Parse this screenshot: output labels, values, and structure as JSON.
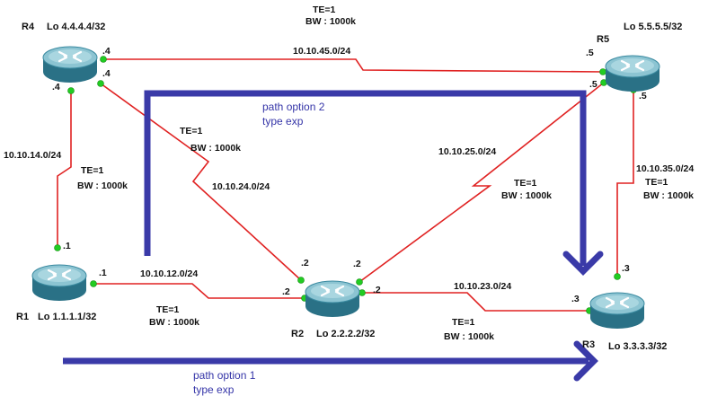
{
  "routers": {
    "r1": {
      "name": "R1",
      "loopback": "Lo 1.1.1.1/32"
    },
    "r2": {
      "name": "R2",
      "loopback": "Lo 2.2.2.2/32"
    },
    "r3": {
      "name": "R3",
      "loopback": "Lo 3.3.3.3/32"
    },
    "r4": {
      "name": "R4",
      "loopback": "Lo 4.4.4.4/32"
    },
    "r5": {
      "name": "R5",
      "loopback": "Lo 5.5.5.5/32"
    }
  },
  "links": {
    "r4_r5": {
      "subnet": "10.10.45.0/24",
      "te": "TE=1",
      "bw": "BW : 1000k",
      "a_if": ".4",
      "b_if": ".5"
    },
    "r1_r4": {
      "subnet": "10.10.14.0/24",
      "te": "TE=1",
      "bw": "BW : 1000k",
      "a_if": ".1",
      "b_if": ".4"
    },
    "r2_r4": {
      "subnet": "10.10.24.0/24",
      "te": "TE=1",
      "bw": "BW : 1000k",
      "a_if": ".2",
      "b_if": ".4"
    },
    "r2_r5": {
      "subnet": "10.10.25.0/24",
      "te": "TE=1",
      "bw": "BW : 1000k",
      "a_if": ".2",
      "b_if": ".5"
    },
    "r3_r5": {
      "subnet": "10.10.35.0/24",
      "te": "TE=1",
      "bw": "BW : 1000k",
      "a_if": ".3",
      "b_if": ".5"
    },
    "r1_r2": {
      "subnet": "10.10.12.0/24",
      "te": "TE=1",
      "bw": "BW : 1000k",
      "a_if": ".1",
      "b_if": ".2"
    },
    "r2_r3": {
      "subnet": "10.10.23.0/24",
      "te": "TE=1",
      "bw": "BW : 1000k",
      "a_if": ".2",
      "b_if": ".3"
    }
  },
  "path_options": {
    "option1": {
      "line1": "path option 1",
      "line2": "type exp",
      "color": "#3a3aa8"
    },
    "option2": {
      "line1": "path option 2",
      "line2": "type exp",
      "color": "#3a3aa8"
    }
  },
  "colors": {
    "link": "#e02222",
    "port": "#22cc22",
    "router_body": "#2f7f94",
    "router_top": "#8fc7d4"
  }
}
